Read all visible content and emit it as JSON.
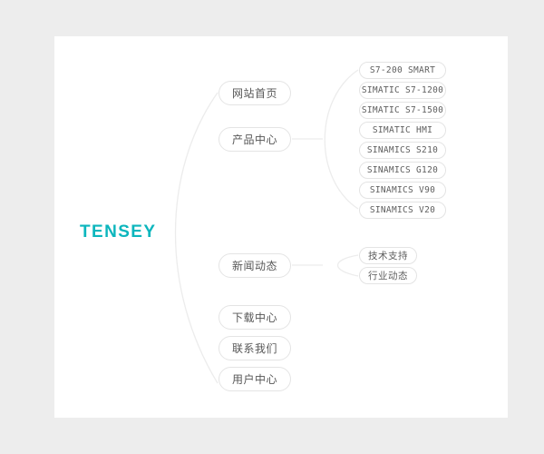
{
  "brand": {
    "name": "TENSEY",
    "color": "#0cb6bd"
  },
  "theme": {
    "page_background": "#ededed",
    "canvas_background": "#ffffff",
    "node_border": "#e4e4e4",
    "node_text": "#575757",
    "edge_color": "#ececec"
  },
  "mindmap": {
    "root_label": "TENSEY",
    "nodes": [
      {
        "label": "网站首页",
        "children": []
      },
      {
        "label": "产品中心",
        "children": [
          {
            "label": "S7-200 SMART"
          },
          {
            "label": "SIMATIC S7-1200"
          },
          {
            "label": "SIMATIC S7-1500"
          },
          {
            "label": "SIMATIC HMI"
          },
          {
            "label": "SINAMICS S210"
          },
          {
            "label": "SINAMICS G120"
          },
          {
            "label": "SINAMICS V90"
          },
          {
            "label": "SINAMICS V20"
          }
        ]
      },
      {
        "label": "新闻动态",
        "children": [
          {
            "label": "技术支持"
          },
          {
            "label": "行业动态"
          }
        ]
      },
      {
        "label": "下载中心",
        "children": []
      },
      {
        "label": "联系我们",
        "children": []
      },
      {
        "label": "用户中心",
        "children": []
      }
    ]
  }
}
